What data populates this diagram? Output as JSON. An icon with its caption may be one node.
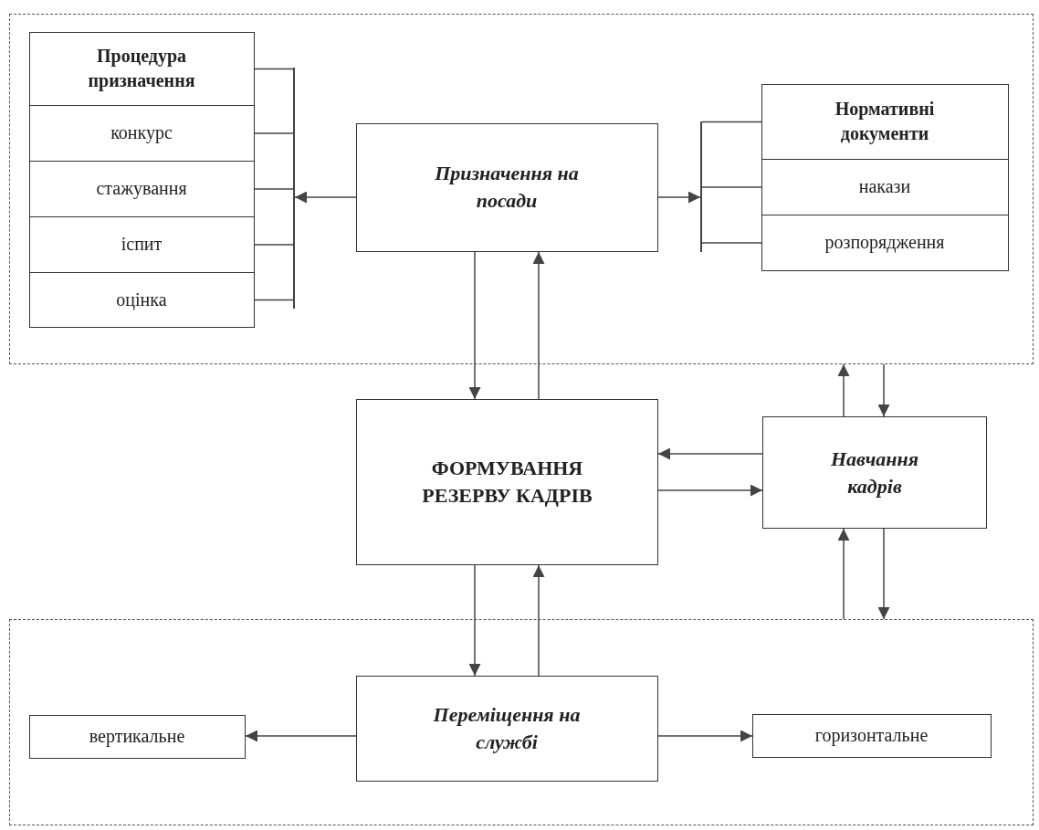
{
  "diagram": {
    "nodes": [
      {
        "text": [],
        "shape": "box"
      },
      {
        "text": [
          "Процедура призначення"
        ],
        "in": 0
      },
      {
        "text": [
          "конкурс"
        ],
        "in": 0
      },
      {
        "text": [
          "стажування"
        ],
        "in": 0
      },
      {
        "text": [
          "іспит"
        ],
        "in": 0
      },
      {
        "text": [
          "оцінка"
        ],
        "in": 0
      },
      {
        "text": [],
        "shape": "bar",
        "in": 0
      },
      {
        "text": [
          "Призначення на посади"
        ],
        "in": 0
      },
      {
        "text": [],
        "shape": "bar",
        "in": 0
      },
      {
        "text": [
          "Нормативні документи"
        ],
        "in": 0
      },
      {
        "text": [
          "накази"
        ],
        "in": 0
      },
      {
        "text": [
          "розпорядження"
        ],
        "in": 0
      },
      {
        "text": [
          "ФОРМУВАННЯ РЕЗЕРВУ КАДРІВ"
        ]
      },
      {
        "text": [
          "Навчання кадрів"
        ]
      },
      {
        "text": [],
        "shape": "box"
      },
      {
        "text": [
          "вертикальне"
        ],
        "in": 14
      },
      {
        "text": [
          "Переміщення на службі"
        ],
        "in": 14
      },
      {
        "text": [
          "горизонтальне"
        ],
        "in": 14
      }
    ],
    "edges": [
      {
        "from": 7,
        "to": 6,
        "arrow": "to"
      },
      {
        "from": 6,
        "to": 1,
        "arrow": "none"
      },
      {
        "from": 6,
        "to": 2,
        "arrow": "none"
      },
      {
        "from": 6,
        "to": 3,
        "arrow": "none"
      },
      {
        "from": 6,
        "to": 4,
        "arrow": "none"
      },
      {
        "from": 6,
        "to": 5,
        "arrow": "none"
      },
      {
        "from": 7,
        "to": 8,
        "arrow": "to"
      },
      {
        "from": 8,
        "to": 9,
        "arrow": "none"
      },
      {
        "from": 8,
        "to": 10,
        "arrow": "none"
      },
      {
        "from": 8,
        "to": 11,
        "arrow": "none"
      },
      {
        "from": 7,
        "to": 12,
        "arrow": "to"
      },
      {
        "from": 12,
        "to": 7,
        "arrow": "to"
      },
      {
        "from": 13,
        "to": 12,
        "arrow": "to"
      },
      {
        "from": 12,
        "to": 13,
        "arrow": "to"
      },
      {
        "from": 13,
        "to": 0,
        "arrow": "to"
      },
      {
        "from": 0,
        "to": 13,
        "arrow": "to"
      },
      {
        "from": 14,
        "to": 13,
        "arrow": "to"
      },
      {
        "from": 13,
        "to": 14,
        "arrow": "to"
      },
      {
        "from": 12,
        "to": 16,
        "arrow": "to"
      },
      {
        "from": 16,
        "to": 12,
        "arrow": "to"
      },
      {
        "from": 16,
        "to": 15,
        "arrow": "to"
      },
      {
        "from": 16,
        "to": 17,
        "arrow": "to"
      }
    ]
  }
}
